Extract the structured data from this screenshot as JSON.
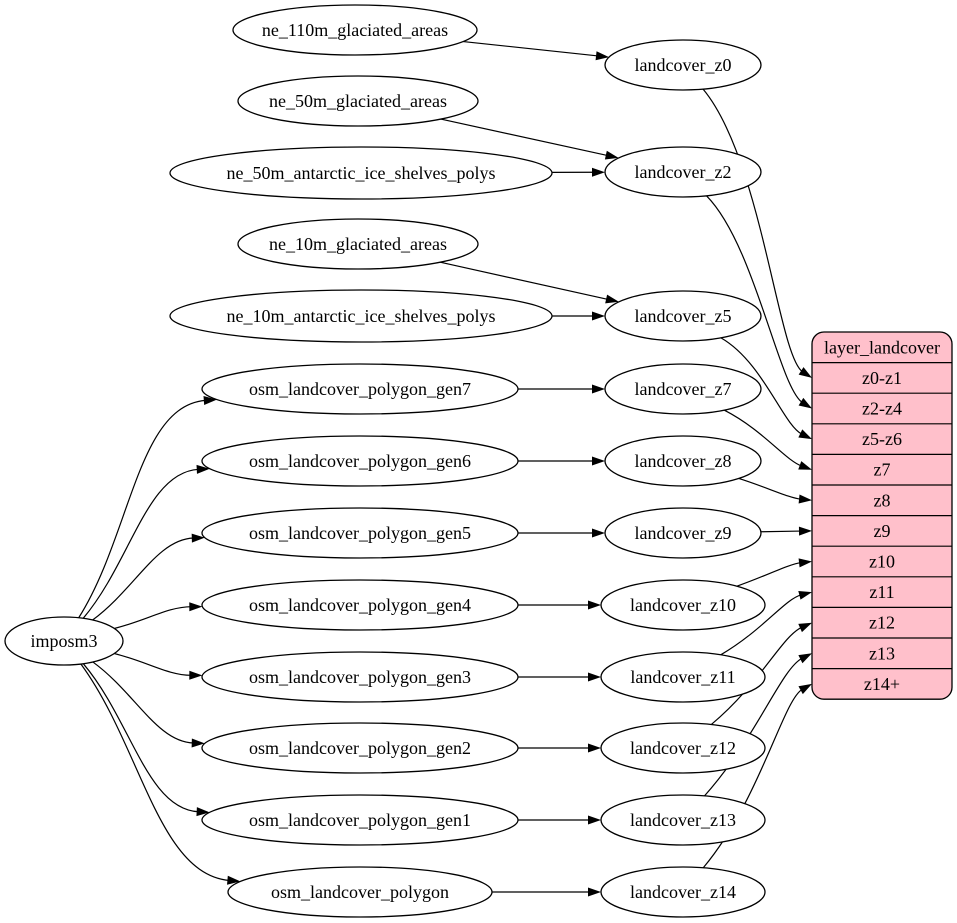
{
  "diagram_type": "etl-flow-graph",
  "colors": {
    "background": "#ffffff",
    "node_fill": "#ffffff",
    "node_stroke": "#000000",
    "edge": "#000000",
    "table_fill": "#ffc0cb",
    "table_stroke": "#000000",
    "text": "#000000"
  },
  "nodes": [
    {
      "id": "imposm3",
      "label": "imposm3"
    },
    {
      "id": "ne_110m_glaciated_areas",
      "label": "ne_110m_glaciated_areas"
    },
    {
      "id": "ne_50m_glaciated_areas",
      "label": "ne_50m_glaciated_areas"
    },
    {
      "id": "ne_50m_antarctic_ice_shelves_polys",
      "label": "ne_50m_antarctic_ice_shelves_polys"
    },
    {
      "id": "ne_10m_glaciated_areas",
      "label": "ne_10m_glaciated_areas"
    },
    {
      "id": "ne_10m_antarctic_ice_shelves_polys",
      "label": "ne_10m_antarctic_ice_shelves_polys"
    },
    {
      "id": "osm_landcover_polygon_gen7",
      "label": "osm_landcover_polygon_gen7"
    },
    {
      "id": "osm_landcover_polygon_gen6",
      "label": "osm_landcover_polygon_gen6"
    },
    {
      "id": "osm_landcover_polygon_gen5",
      "label": "osm_landcover_polygon_gen5"
    },
    {
      "id": "osm_landcover_polygon_gen4",
      "label": "osm_landcover_polygon_gen4"
    },
    {
      "id": "osm_landcover_polygon_gen3",
      "label": "osm_landcover_polygon_gen3"
    },
    {
      "id": "osm_landcover_polygon_gen2",
      "label": "osm_landcover_polygon_gen2"
    },
    {
      "id": "osm_landcover_polygon_gen1",
      "label": "osm_landcover_polygon_gen1"
    },
    {
      "id": "osm_landcover_polygon",
      "label": "osm_landcover_polygon"
    },
    {
      "id": "landcover_z0",
      "label": "landcover_z0"
    },
    {
      "id": "landcover_z2",
      "label": "landcover_z2"
    },
    {
      "id": "landcover_z5",
      "label": "landcover_z5"
    },
    {
      "id": "landcover_z7",
      "label": "landcover_z7"
    },
    {
      "id": "landcover_z8",
      "label": "landcover_z8"
    },
    {
      "id": "landcover_z9",
      "label": "landcover_z9"
    },
    {
      "id": "landcover_z10",
      "label": "landcover_z10"
    },
    {
      "id": "landcover_z11",
      "label": "landcover_z11"
    },
    {
      "id": "landcover_z12",
      "label": "landcover_z12"
    },
    {
      "id": "landcover_z13",
      "label": "landcover_z13"
    },
    {
      "id": "landcover_z14",
      "label": "landcover_z14"
    }
  ],
  "table": {
    "id": "layer_landcover",
    "title": "layer_landcover",
    "rows": [
      "z0-z1",
      "z2-z4",
      "z5-z6",
      "z7",
      "z8",
      "z9",
      "z10",
      "z11",
      "z12",
      "z13",
      "z14+"
    ]
  },
  "edges": [
    {
      "from": "imposm3",
      "to": "osm_landcover_polygon_gen7"
    },
    {
      "from": "imposm3",
      "to": "osm_landcover_polygon_gen6"
    },
    {
      "from": "imposm3",
      "to": "osm_landcover_polygon_gen5"
    },
    {
      "from": "imposm3",
      "to": "osm_landcover_polygon_gen4"
    },
    {
      "from": "imposm3",
      "to": "osm_landcover_polygon_gen3"
    },
    {
      "from": "imposm3",
      "to": "osm_landcover_polygon_gen2"
    },
    {
      "from": "imposm3",
      "to": "osm_landcover_polygon_gen1"
    },
    {
      "from": "imposm3",
      "to": "osm_landcover_polygon"
    },
    {
      "from": "ne_110m_glaciated_areas",
      "to": "landcover_z0"
    },
    {
      "from": "ne_50m_glaciated_areas",
      "to": "landcover_z2"
    },
    {
      "from": "ne_50m_antarctic_ice_shelves_polys",
      "to": "landcover_z2"
    },
    {
      "from": "ne_10m_glaciated_areas",
      "to": "landcover_z5"
    },
    {
      "from": "ne_10m_antarctic_ice_shelves_polys",
      "to": "landcover_z5"
    },
    {
      "from": "osm_landcover_polygon_gen7",
      "to": "landcover_z7"
    },
    {
      "from": "osm_landcover_polygon_gen6",
      "to": "landcover_z8"
    },
    {
      "from": "osm_landcover_polygon_gen5",
      "to": "landcover_z9"
    },
    {
      "from": "osm_landcover_polygon_gen4",
      "to": "landcover_z10"
    },
    {
      "from": "osm_landcover_polygon_gen3",
      "to": "landcover_z11"
    },
    {
      "from": "osm_landcover_polygon_gen2",
      "to": "landcover_z12"
    },
    {
      "from": "osm_landcover_polygon_gen1",
      "to": "landcover_z13"
    },
    {
      "from": "osm_landcover_polygon",
      "to": "landcover_z14"
    },
    {
      "from": "landcover_z0",
      "to": "layer_landcover",
      "row": "z0-z1"
    },
    {
      "from": "landcover_z2",
      "to": "layer_landcover",
      "row": "z2-z4"
    },
    {
      "from": "landcover_z5",
      "to": "layer_landcover",
      "row": "z5-z6"
    },
    {
      "from": "landcover_z7",
      "to": "layer_landcover",
      "row": "z7"
    },
    {
      "from": "landcover_z8",
      "to": "layer_landcover",
      "row": "z8"
    },
    {
      "from": "landcover_z9",
      "to": "layer_landcover",
      "row": "z9"
    },
    {
      "from": "landcover_z10",
      "to": "layer_landcover",
      "row": "z10"
    },
    {
      "from": "landcover_z11",
      "to": "layer_landcover",
      "row": "z11"
    },
    {
      "from": "landcover_z12",
      "to": "layer_landcover",
      "row": "z12"
    },
    {
      "from": "landcover_z13",
      "to": "layer_landcover",
      "row": "z13"
    },
    {
      "from": "landcover_z14",
      "to": "layer_landcover",
      "row": "z14+"
    }
  ]
}
